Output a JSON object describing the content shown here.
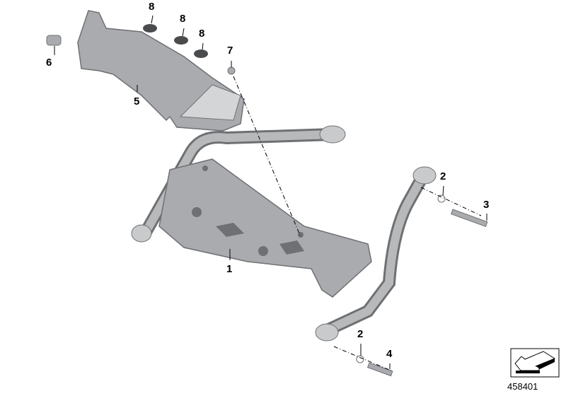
{
  "diagram_number": "458401",
  "callouts": [
    {
      "part": "1",
      "label": "1"
    },
    {
      "part": "2",
      "label": "2"
    },
    {
      "part": "3",
      "label": "3"
    },
    {
      "part": "2",
      "label": "2"
    },
    {
      "part": "4",
      "label": "4"
    },
    {
      "part": "5",
      "label": "5"
    },
    {
      "part": "6",
      "label": "6"
    },
    {
      "part": "7",
      "label": "7"
    },
    {
      "part": "8",
      "label": "8"
    },
    {
      "part": "8",
      "label": "8"
    },
    {
      "part": "8",
      "label": "8"
    }
  ],
  "colors": {
    "part_fill": "#a9abae",
    "part_dark": "#6e7073",
    "part_light": "#d4d5d7",
    "line": "#000000"
  },
  "icons": {
    "orientation": "direction-arrow-icon"
  }
}
